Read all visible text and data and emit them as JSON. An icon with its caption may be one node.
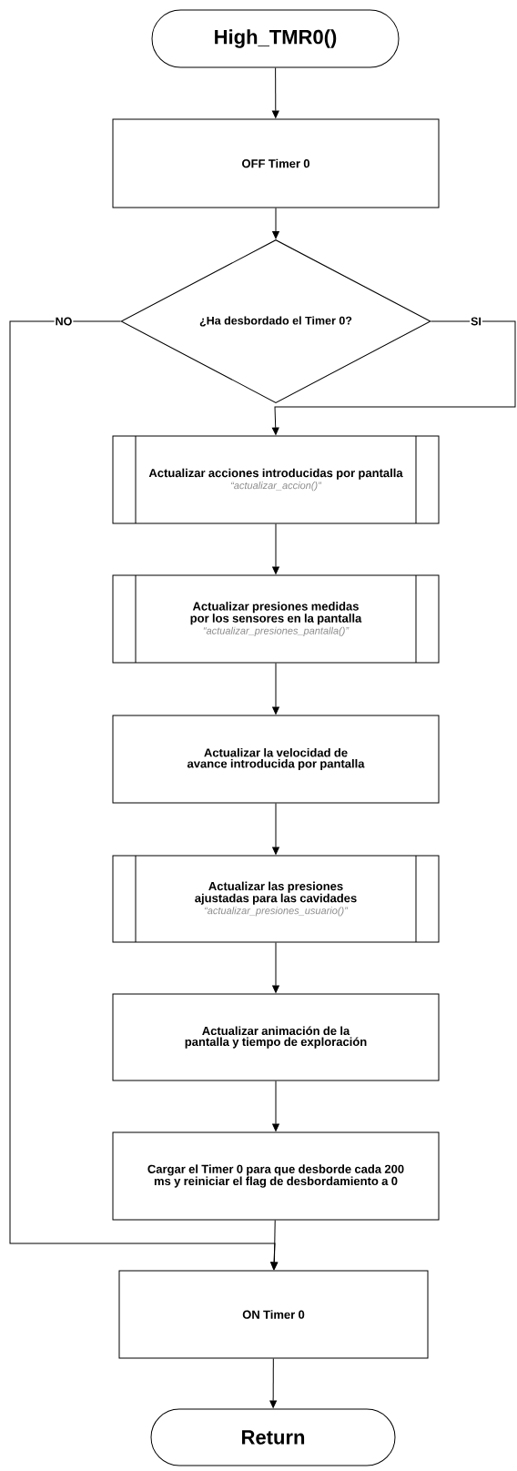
{
  "diagram": {
    "nodes": [
      {
        "text": [
          "High_TMR0()"
        ]
      },
      {
        "text": [
          "OFF  Timer 0"
        ]
      },
      {
        "text": [
          "¿Ha desbordado el Timer 0?"
        ]
      },
      {
        "text": [
          "Actualizar acciones introducidas por pantalla",
          "“actualizar_accion()”"
        ]
      },
      {
        "text": [
          "Actualizar  presiones medidas por los sensores en la pantalla",
          "“actualizar_presiones_pantalla()”"
        ]
      },
      {
        "text": [
          "Actualizar la velocidad de avance introducida por pantalla"
        ]
      },
      {
        "text": [
          "Actualizar las presiones ajustadas para las cavidades",
          "“actualizar_presiones_usuario()”"
        ]
      },
      {
        "text": [
          "Actualizar animación de la pantalla y tiempo de exploración"
        ]
      },
      {
        "text": [
          "Cargar el Timer 0 para que desborde cada 200 ms y reiniciar el flag de desbordamiento a 0"
        ]
      },
      {
        "text": [
          "ON Timer 0"
        ]
      },
      {
        "text": [
          "Return"
        ]
      }
    ],
    "edges": [
      {
        "from": 0,
        "to": 1,
        "arrow": "to"
      },
      {
        "from": 1,
        "to": 2,
        "arrow": "to"
      },
      {
        "from": 2,
        "to": 3,
        "arrow": "to",
        "label": "SI"
      },
      {
        "from": 2,
        "to": 9,
        "arrow": "to",
        "label": "NO"
      },
      {
        "from": 3,
        "to": 4,
        "arrow": "to"
      },
      {
        "from": 4,
        "to": 5,
        "arrow": "to"
      },
      {
        "from": 5,
        "to": 6,
        "arrow": "to"
      },
      {
        "from": 6,
        "to": 7,
        "arrow": "to"
      },
      {
        "from": 7,
        "to": 8,
        "arrow": "to"
      },
      {
        "from": 8,
        "to": 9,
        "arrow": "to"
      },
      {
        "from": 9,
        "to": 10,
        "arrow": "to"
      }
    ]
  }
}
